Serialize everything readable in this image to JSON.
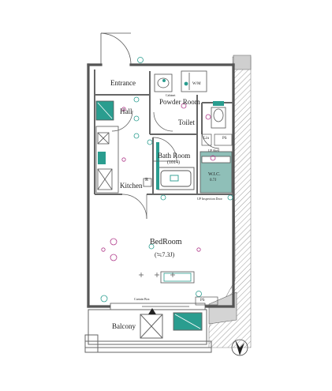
{
  "rooms": {
    "entrance": "Entrance",
    "powder_room": "Powder Room",
    "hall": "Hall",
    "toilet": "Toilet",
    "bath_room": "Bath Room",
    "bath_size": "(1014)",
    "kitchen": "Kitchen",
    "bedroom": "BedRoom",
    "bedroom_area": "(≒7.3J)",
    "balcony": "Balcony"
  },
  "small_labels": {
    "wm": "W/M",
    "cabinet": "Cabinet",
    "lin": "Lin",
    "ps_upper": "PS",
    "ps_lower": "PS",
    "shelf": "UP Shelf",
    "wic": "W.I.C.",
    "wic_size": "0.7J",
    "inspection": "UP Inspection Door",
    "curtain_box": "Curtain Box",
    "fridge_mark": "R"
  },
  "colors": {
    "wall": "#555555",
    "teal": "#2a9d8f",
    "magenta": "#b03a8a",
    "hatch": "#888888"
  },
  "compass_icon": "north-arrow-icon"
}
